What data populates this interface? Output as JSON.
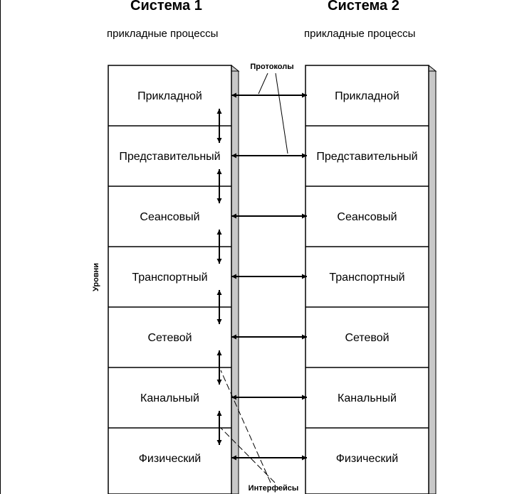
{
  "system1": {
    "title": "Система 1",
    "subtitle": "прикладные процессы",
    "layers": [
      "Прикладной",
      "Представительный",
      "Сеансовый",
      "Транспортный",
      "Сетевой",
      "Канальный",
      "Физический"
    ]
  },
  "system2": {
    "title": "Система 2",
    "subtitle": "прикладные процессы",
    "layers": [
      "Прикладной",
      "Представительный",
      "Сеансовый",
      "Транспортный",
      "Сетевой",
      "Канальный",
      "Физический"
    ]
  },
  "labels": {
    "protocols": "Протоколы",
    "interfaces": "Интерфейсы",
    "levels": "Уровни"
  },
  "colors": {
    "line": "#000000",
    "box_fill": "#ffffff",
    "shadow": "#c8c8c8"
  }
}
